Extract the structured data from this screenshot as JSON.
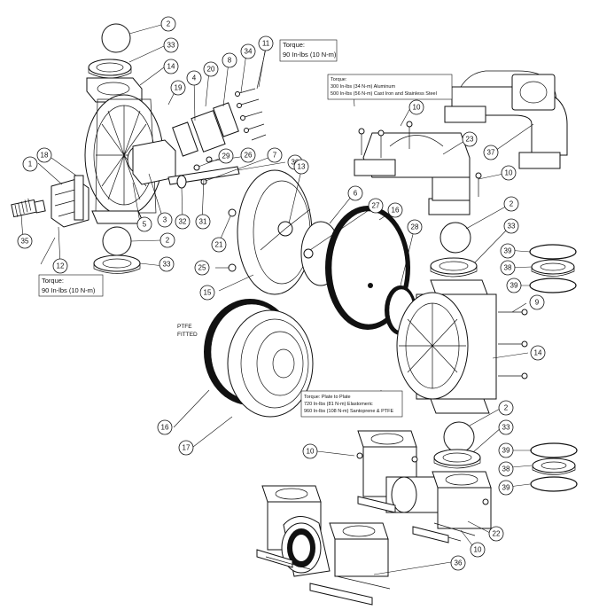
{
  "notes": {
    "torque_tr_title": "Torque:",
    "torque_tr_value": "90 In-lbs (10 N-m)",
    "torque_tl_title": "Torque:",
    "torque_tl_value": "90 In-lbs (10 N-m)",
    "torque_mid_title": "Torque:",
    "torque_mid_line1": "300 In-lbs (34 N-m) Aluminum",
    "torque_mid_line2": "500 In-lbs (56 N-m) Cast Iron and Stainless Steel",
    "torque_plate_title": "Torque:  Plate to Plate",
    "torque_plate_line1": "720 In-lbs (81 N-m) Elastomeric",
    "torque_plate_line2": "960 In-lbs (108 N-m) Santoprene & PTFE",
    "ptfe_line1": "PTFE",
    "ptfe_line2": "FITTED"
  },
  "callouts": [
    {
      "label": "2"
    },
    {
      "label": "33"
    },
    {
      "label": "14"
    },
    {
      "label": "19"
    },
    {
      "label": "20"
    },
    {
      "label": "4"
    },
    {
      "label": "8"
    },
    {
      "label": "34"
    },
    {
      "label": "11"
    },
    {
      "label": "1"
    },
    {
      "label": "18"
    },
    {
      "label": "35"
    },
    {
      "label": "12"
    },
    {
      "label": "2"
    },
    {
      "label": "33"
    },
    {
      "label": "5"
    },
    {
      "label": "3"
    },
    {
      "label": "32"
    },
    {
      "label": "31"
    },
    {
      "label": "21"
    },
    {
      "label": "29"
    },
    {
      "label": "26"
    },
    {
      "label": "7"
    },
    {
      "label": "30"
    },
    {
      "label": "13"
    },
    {
      "label": "25"
    },
    {
      "label": "15"
    },
    {
      "label": "6"
    },
    {
      "label": "27"
    },
    {
      "label": "16"
    },
    {
      "label": "28"
    },
    {
      "label": "10"
    },
    {
      "label": "23"
    },
    {
      "label": "37"
    },
    {
      "label": "10"
    },
    {
      "label": "2"
    },
    {
      "label": "33"
    },
    {
      "label": "39"
    },
    {
      "label": "38"
    },
    {
      "label": "39"
    },
    {
      "label": "9"
    },
    {
      "label": "14"
    },
    {
      "label": "16"
    },
    {
      "label": "17"
    },
    {
      "label": "10"
    },
    {
      "label": "2"
    },
    {
      "label": "33"
    },
    {
      "label": "39"
    },
    {
      "label": "38"
    },
    {
      "label": "39"
    },
    {
      "label": "22"
    },
    {
      "label": "10"
    },
    {
      "label": "36"
    }
  ]
}
